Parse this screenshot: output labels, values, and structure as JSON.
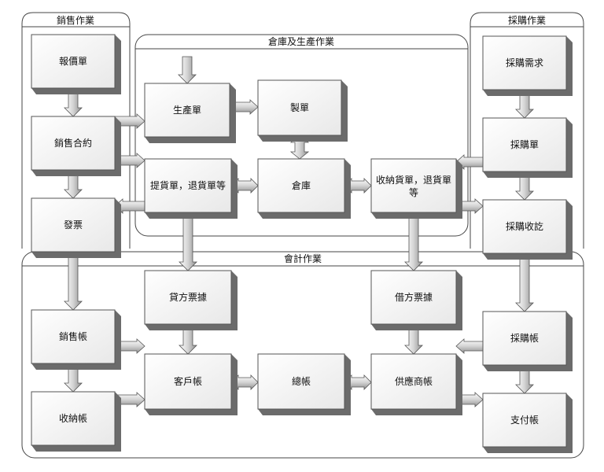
{
  "panels": {
    "sales": "銷售作業",
    "purchase": "採購作業",
    "warehouse": "倉庫及生產作業",
    "accounting": "會計作業"
  },
  "boxes": {
    "quote": "報價單",
    "sales_contract": "銷售合約",
    "invoice": "發票",
    "sales_ledger": "銷售帳",
    "receipts_ledger": "收納帳",
    "production_order": "生產單",
    "manufacturing": "製單",
    "delivery_order": "提貨單，退貨單等",
    "warehouse": "倉庫",
    "receiving_line1": "收納貨單，退貨單",
    "receiving_line2": "等",
    "purchase_request": "採購需求",
    "purchase_order": "採購單",
    "purchase_receipt": "採購收訖",
    "credit_voucher": "貸方票據",
    "debit_voucher": "借方票據",
    "customer_ledger": "客戶帳",
    "general_ledger": "總帳",
    "supplier_ledger": "供應商帳",
    "purchase_ledger": "採購帳",
    "payment_ledger": "支付帳"
  }
}
